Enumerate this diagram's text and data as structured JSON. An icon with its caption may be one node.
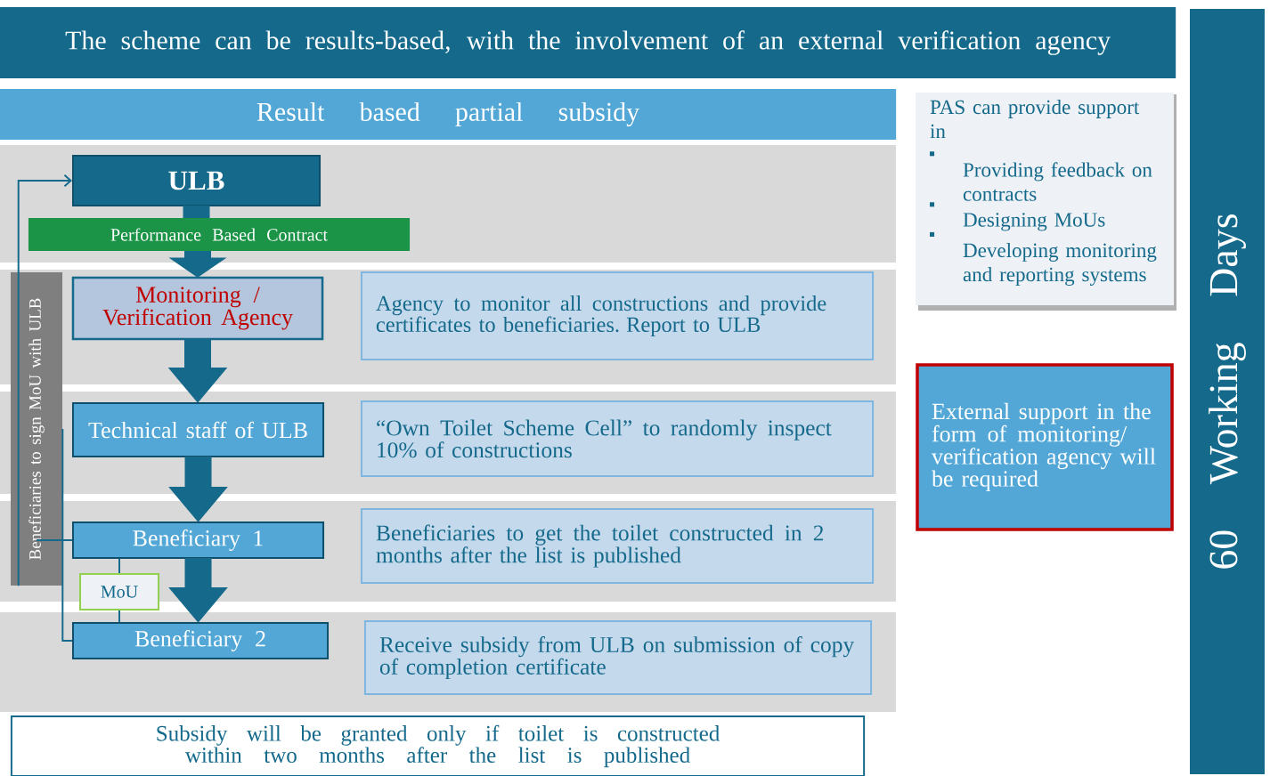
{
  "diagram": {
    "title": "The scheme can be results-based, with the involvement of an external verification agency",
    "nodes": [
      {
        "text": [
          "Result based partial subsidy"
        ]
      },
      {
        "text": [
          "ULB"
        ]
      },
      {
        "text": [
          "Performance Based Contract"
        ]
      },
      {
        "text": [
          "Monitoring / Verification Agency"
        ]
      },
      {
        "text": [
          "Agency to monitor all constructions and provide certificates to beneficiaries. Report to ULB"
        ]
      },
      {
        "text": [
          "Technical staff of ULB"
        ]
      },
      {
        "text": [
          "“Own Toilet Scheme Cell” to randomly inspect 10% of constructions"
        ]
      },
      {
        "text": [
          "Beneficiaries to sign MoU with ULB"
        ]
      },
      {
        "text": [
          "Beneficiary 1"
        ]
      },
      {
        "text": [
          "Beneficiaries to get the toilet constructed in 2 months after the list is published"
        ]
      },
      {
        "text": [
          "MoU"
        ]
      },
      {
        "text": [
          "Beneficiary 2"
        ]
      },
      {
        "text": [
          "Receive subsidy from ULB on submission of copy of completion certificate"
        ]
      },
      {
        "text": [
          "Subsidy will be granted only if toilet is constructed within two months after the list is published"
        ]
      },
      {
        "text": [
          "PAS can provide support in",
          "Providing feedback on contracts",
          "Designing MoUs",
          "Developing monitoring and reporting systems"
        ]
      },
      {
        "text": [
          "External support in the form of monitoring/ verification agency will be required"
        ]
      },
      {
        "text": [
          "60 Working Days"
        ]
      }
    ],
    "edges": [
      {
        "from": 1,
        "to": 2,
        "arrow": "none",
        "style": "thick"
      },
      {
        "from": 2,
        "to": 3,
        "arrow": "to",
        "style": "thick"
      },
      {
        "from": 3,
        "to": 5,
        "arrow": "to",
        "style": "thick"
      },
      {
        "from": 5,
        "to": 8,
        "arrow": "to",
        "style": "thick"
      },
      {
        "from": 8,
        "to": 11,
        "arrow": "to",
        "style": "thick"
      },
      {
        "from": 7,
        "to": 1,
        "arrow": "to"
      },
      {
        "from": 8,
        "to": 7,
        "arrow": "none"
      },
      {
        "from": 11,
        "to": 7,
        "arrow": "none"
      },
      {
        "from": 8,
        "to": 10,
        "arrow": "none"
      },
      {
        "from": 10,
        "to": 11,
        "arrow": "none"
      }
    ]
  }
}
